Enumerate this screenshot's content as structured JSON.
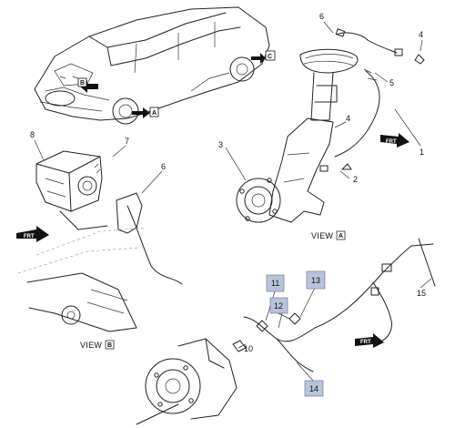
{
  "callouts": {
    "n1": "1",
    "n2": "2",
    "n3": "3",
    "n4": "4",
    "n5": "5",
    "n6a": "6",
    "n6b": "6",
    "n7": "7",
    "n8": "8",
    "n10": "10",
    "n11": "11",
    "n12": "12",
    "n13": "13",
    "n14": "14",
    "n15": "15"
  },
  "view_markers": {
    "a": "A",
    "b": "B",
    "c": "C"
  },
  "view_labels": {
    "view_a": "VIEW",
    "view_b": "VIEW"
  },
  "direction_labels": {
    "frt": "FRT"
  },
  "colors": {
    "highlight": "#b9c4dc",
    "highlight_border": "#5a6a96",
    "line": "#222222",
    "arrow": "#111111"
  }
}
